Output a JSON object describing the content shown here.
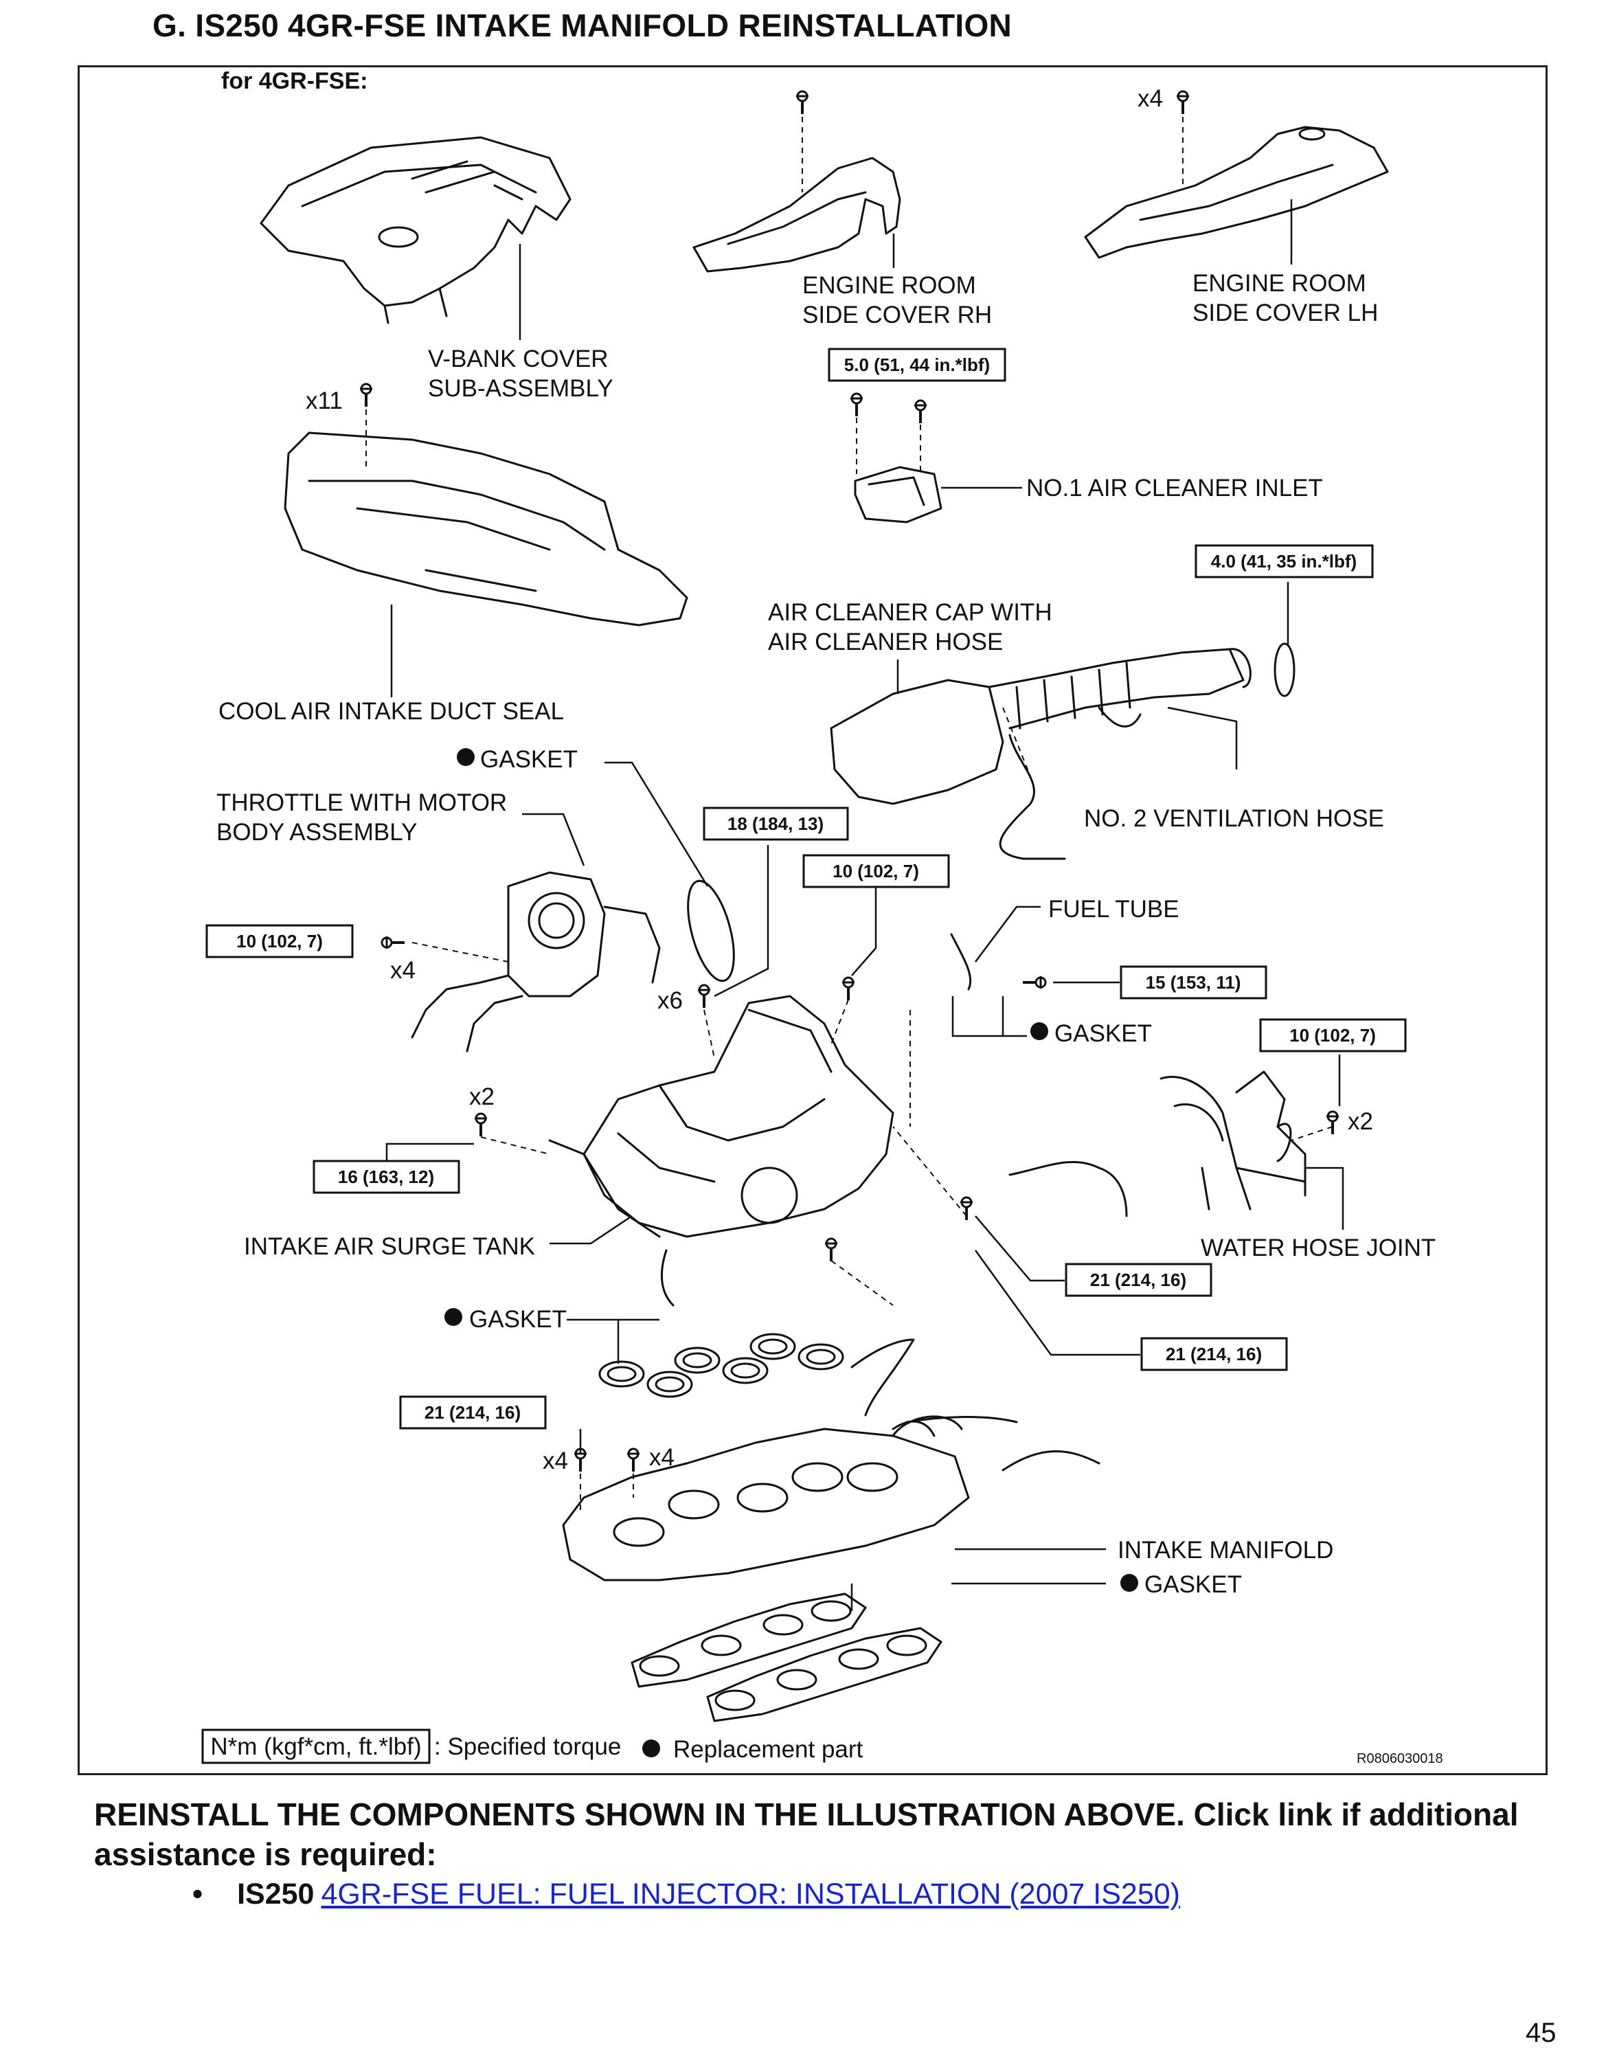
{
  "header": {
    "title": "G. IS250 4GR-FSE  INTAKE MANIFOLD REINSTALLATION"
  },
  "diagram": {
    "subtitle": "for 4GR-FSE:",
    "labels": {
      "vbank_1": "V-BANK COVER",
      "vbank_2": "SUB-ASSEMBLY",
      "rh_1": "ENGINE ROOM",
      "rh_2": "SIDE COVER RH",
      "lh_1": "ENGINE ROOM",
      "lh_2": "SIDE COVER LH",
      "no1_inlet": "NO.1 AIR CLEANER INLET",
      "cap_1": "AIR CLEANER CAP WITH",
      "cap_2": "AIR CLEANER HOSE",
      "duct_seal": "COOL AIR INTAKE DUCT SEAL",
      "gasket": "GASKET",
      "throttle_1": "THROTTLE WITH MOTOR",
      "throttle_2": "BODY ASSEMBLY",
      "vent_hose": "NO. 2 VENTILATION HOSE",
      "fuel_tube": "FUEL TUBE",
      "surge_tank": "INTAKE AIR SURGE TANK",
      "water_hose": "WATER HOSE JOINT",
      "intake_manifold": "INTAKE MANIFOLD"
    },
    "torques": {
      "t_5_0": "5.0 (51, 44 in.*lbf)",
      "t_4_0": "4.0 (41, 35 in.*lbf)",
      "t_18": "18 (184, 13)",
      "t_10a": "10 (102, 7)",
      "t_10b": "10 (102, 7)",
      "t_15": "15 (153, 11)",
      "t_10c": "10 (102, 7)",
      "t_16": "16 (163, 12)",
      "t_21a": "21 (214, 16)",
      "t_21b": "21 (214, 16)",
      "t_21c": "21 (214, 16)"
    },
    "quantities": {
      "x4_top": "x4",
      "x11": "x11",
      "x4_throttle": "x4",
      "x6": "x6",
      "x2_left": "x2",
      "x2_right": "x2",
      "x4_bolt": "x4",
      "x4_nut": "x4"
    },
    "legend": {
      "torque_box": "N*m (kgf*cm, ft.*lbf)",
      "torque_text": ": Specified torque",
      "replace_text": "Replacement part"
    },
    "code": "R0806030018"
  },
  "instructions": {
    "text": "REINSTALL THE COMPONENTS SHOWN IN THE ILLUSTRATION ABOVE. Click link if additional assistance is required:",
    "bullet_model": "IS250",
    "bullet_link": "4GR-FSE FUEL: FUEL INJECTOR: INSTALLATION (2007 IS250)"
  },
  "page": {
    "number": "45"
  }
}
